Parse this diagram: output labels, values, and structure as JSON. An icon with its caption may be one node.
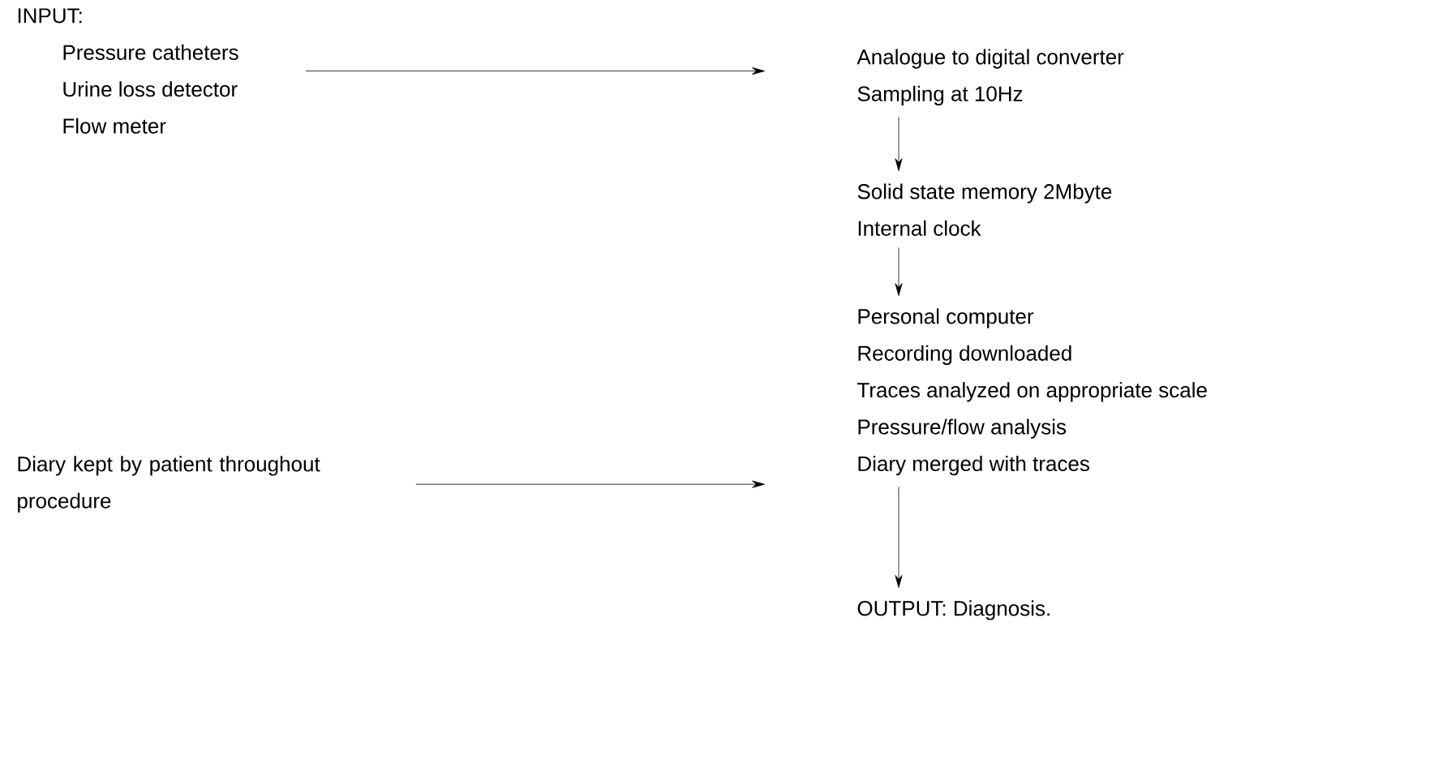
{
  "diagram": {
    "nodes": [
      {
        "text": [
          "INPUT:",
          "Pressure catheters",
          "Urine loss detector",
          "Flow meter"
        ]
      },
      {
        "text": [
          "Analogue to digital converter",
          "Sampling at 10Hz"
        ]
      },
      {
        "text": [
          "Solid state memory 2Mbyte",
          "Internal clock"
        ]
      },
      {
        "text": [
          "Personal computer",
          "Recording downloaded",
          "Traces analyzed on appropriate scale",
          "Pressure/flow analysis",
          "Diary merged with traces"
        ]
      },
      {
        "text": [
          "Diary kept by patient throughout procedure"
        ]
      },
      {
        "text": [
          "OUTPUT: Diagnosis."
        ]
      }
    ],
    "edges": [
      {
        "from": 0,
        "to": 1,
        "arrow": "to"
      },
      {
        "from": 1,
        "to": 2,
        "arrow": "to"
      },
      {
        "from": 2,
        "to": 3,
        "arrow": "to"
      },
      {
        "from": 4,
        "to": 3,
        "arrow": "to"
      },
      {
        "from": 3,
        "to": 5,
        "arrow": "to"
      }
    ]
  }
}
